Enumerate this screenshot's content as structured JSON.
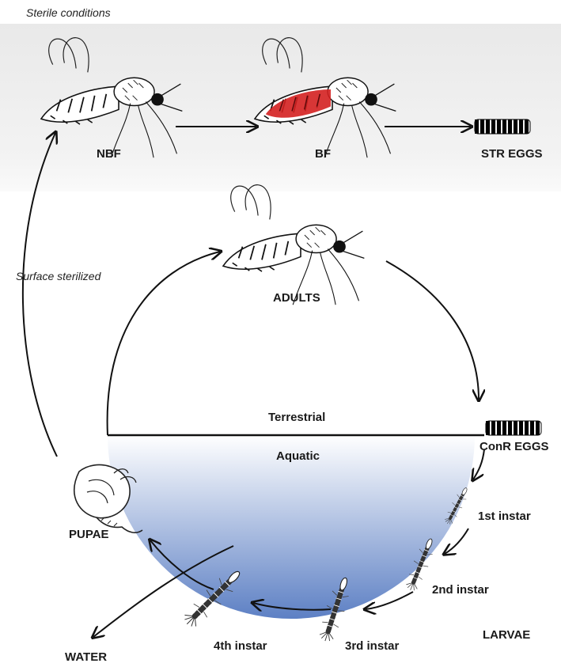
{
  "header": {
    "sterile_conditions": "Sterile conditions"
  },
  "side_label": {
    "surface_sterilized": "Surface sterilized"
  },
  "stages_sterile": {
    "nbf": "NBF",
    "bf": "BF",
    "str_eggs": "STR EGGS"
  },
  "cycle": {
    "adults": "ADULTS",
    "terrestrial": "Terrestrial",
    "aquatic": "Aquatic",
    "conr_eggs": "ConR EGGS",
    "instar_1": "1st instar",
    "instar_2": "2nd instar",
    "instar_3": "3rd instar",
    "instar_4": "4th instar",
    "larvae": "LARVAE",
    "pupae": "PUPAE",
    "water": "WATER"
  },
  "colors": {
    "blood_meal": "#d42020",
    "water_top": "#ffffff",
    "water_bottom": "#5d80c4",
    "sterile_bg": "#ececec"
  },
  "icons": [
    "mosquito-icon",
    "egg-raft-icon",
    "larva-icon",
    "pupa-icon"
  ]
}
